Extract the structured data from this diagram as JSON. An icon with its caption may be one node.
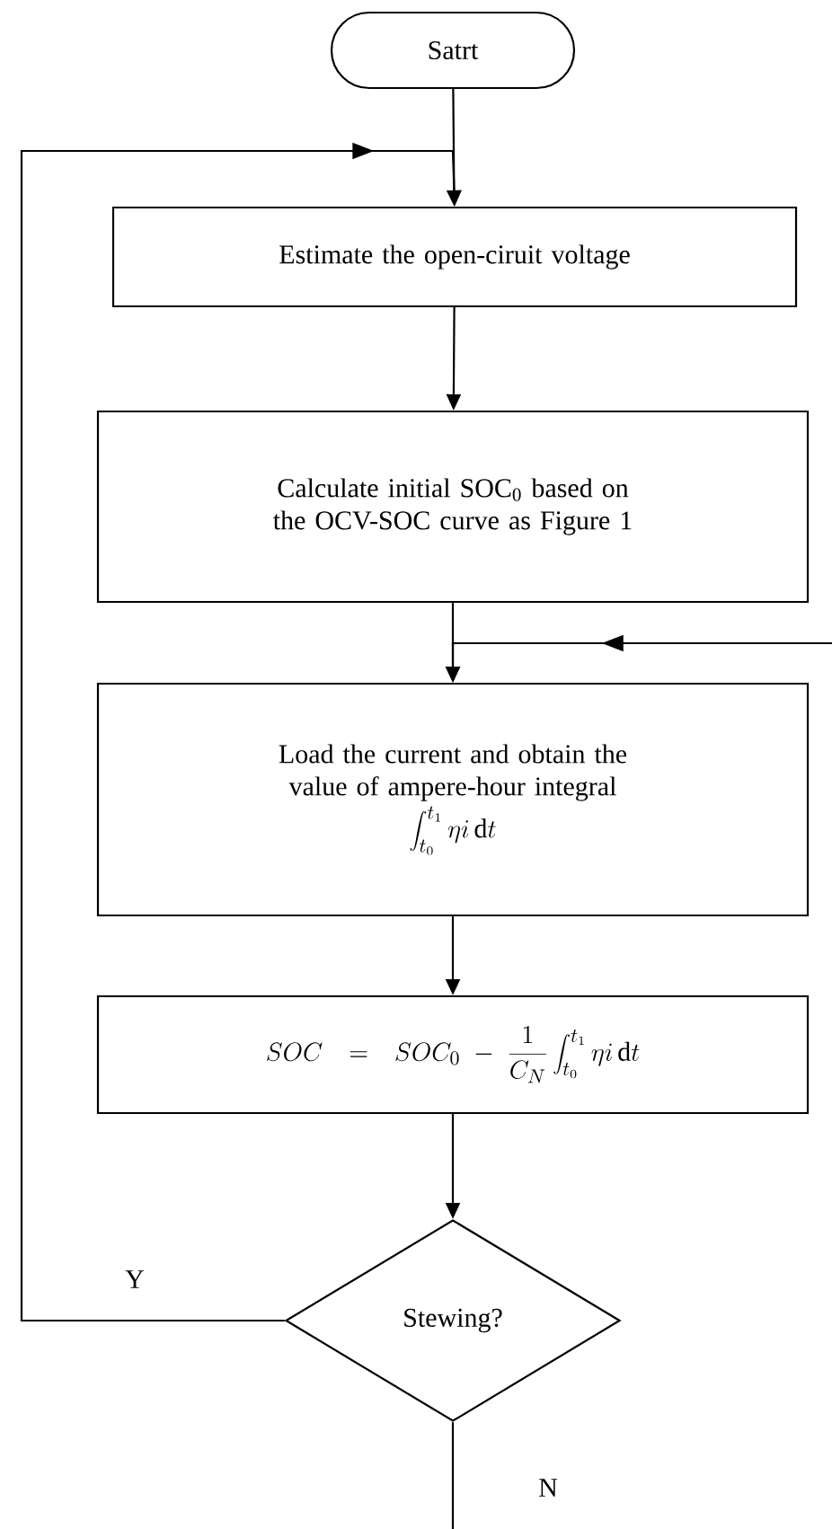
{
  "diagram": {
    "nodes": [
      {
        "text": [
          "Satrt"
        ]
      },
      {
        "text": [
          "Estimate the open-ciruit voltage"
        ]
      },
      {
        "text": [
          "Calculate initial SOC$_{0}$ based on the OCV-SOC curve as Figure 1"
        ]
      },
      {
        "text": [
          "Load the current and obtain the value of ampere-hour integral",
          "\\int_{t_0}^{t_1}\\eta i\\,\\mathrm{d}t"
        ]
      },
      {
        "text": [
          "SOC = SOC_0 - \\frac{1}{C_N}\\int_{t_0}^{t_1}\\eta i\\,\\mathrm{d}t"
        ]
      },
      {
        "text": [
          "Stewing?"
        ]
      }
    ],
    "edges": [
      {
        "from": 0,
        "to": 1,
        "arrow": "to"
      },
      {
        "from": 1,
        "to": 2,
        "arrow": "to"
      },
      {
        "from": 2,
        "to": 3,
        "arrow": "to"
      },
      {
        "from": 3,
        "to": 4,
        "arrow": "to"
      },
      {
        "from": 4,
        "to": 5,
        "arrow": "to"
      },
      {
        "from": 5,
        "to": 1,
        "arrow": "to",
        "label": "Y"
      },
      {
        "from": null,
        "to": 3,
        "arrow": "to"
      },
      {
        "from": 5,
        "to": null,
        "arrow": "none",
        "label": "N"
      }
    ]
  }
}
